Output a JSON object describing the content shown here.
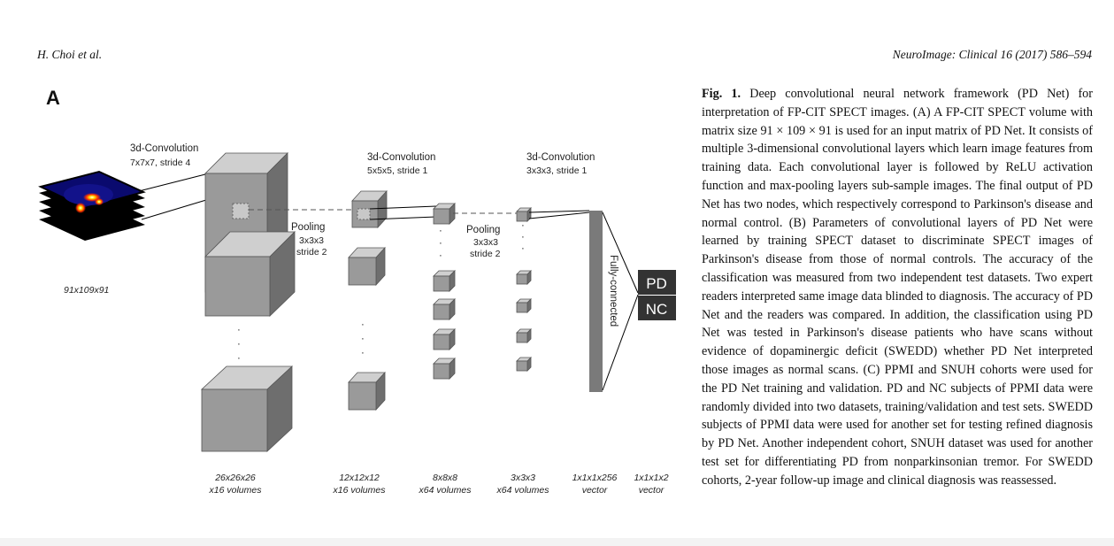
{
  "header": {
    "authors": "H. Choi et al.",
    "journal": "NeuroImage: Clinical 16 (2017) 586–594"
  },
  "figure": {
    "panel_letter": "A",
    "input_size": "91x109x91",
    "conv1": {
      "title": "3d-Convolution",
      "params": "7x7x7, stride 4"
    },
    "conv2": {
      "title": "3d-Convolution",
      "params": "5x5x5, stride 1"
    },
    "conv3": {
      "title": "3d-Convolution",
      "params": "3x3x3, stride 1"
    },
    "pool1": {
      "title": "Pooling",
      "size": "3x3x3",
      "stride": "stride 2"
    },
    "pool2": {
      "title": "Pooling",
      "size": "3x3x3",
      "stride": "stride 2"
    },
    "fc_label": "Fully-connected",
    "outputs": [
      "PD",
      "NC"
    ],
    "dots": "·",
    "bottom_labels": [
      {
        "line1": "26x26x26",
        "line2": "x16 volumes"
      },
      {
        "line1": "12x12x12",
        "line2": "x16 volumes"
      },
      {
        "line1": "8x8x8",
        "line2": "x64 volumes"
      },
      {
        "line1": "3x3x3",
        "line2": "x64 volumes"
      },
      {
        "line1": "1x1x1x256",
        "line2": "vector"
      },
      {
        "line1": "1x1x1x2",
        "line2": "vector"
      }
    ]
  },
  "caption": {
    "label": "Fig. 1.",
    "text": "Deep convolutional neural network framework (PD Net) for interpretation of FP-CIT SPECT images. (A) A FP-CIT SPECT volume with matrix size 91 × 109 × 91 is used for an input matrix of PD Net. It consists of multiple 3-dimensional convolutional layers which learn image features from training data. Each convolutional layer is followed by ReLU activation function and max-pooling layers sub-sample images. The final output of PD Net has two nodes, which respectively correspond to Parkinson's disease and normal control. (B) Parameters of convolutional layers of PD Net were learned by training SPECT dataset to discriminate SPECT images of Parkinson's disease from those of normal controls. The accuracy of the classification was measured from two independent test datasets. Two expert readers interpreted same image data blinded to diagnosis. The accuracy of PD Net and the readers was compared. In addition, the classification using PD Net was tested in Parkinson's disease patients who have scans without evidence of dopaminergic deficit (SWEDD) whether PD Net interpreted those images as normal scans. (C) PPMI and SNUH cohorts were used for the PD Net training and validation. PD and NC subjects of PPMI data were randomly divided into two datasets, training/validation and test sets. SWEDD subjects of PPMI data were used for another set for testing refined diagnosis by PD Net. Another independent cohort, SNUH dataset was used for another test set for differentiating PD from nonparkinsonian tremor. For SWEDD cohorts, 2-year follow-up image and clinical diagnosis was reassessed."
  }
}
